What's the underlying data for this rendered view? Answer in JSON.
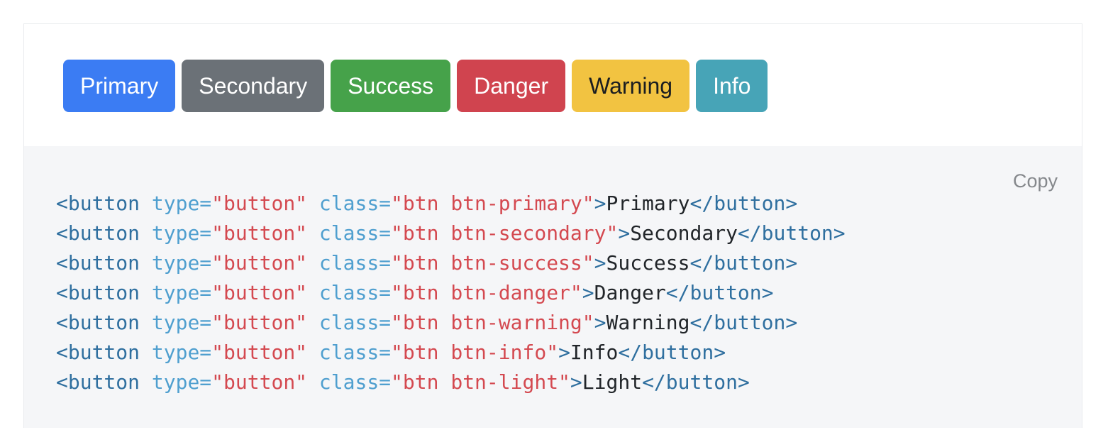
{
  "preview": {
    "buttons": [
      {
        "name": "primary-button",
        "label": "Primary",
        "bg": "#3b7cf3",
        "fg": "#ffffff"
      },
      {
        "name": "secondary-button",
        "label": "Secondary",
        "bg": "#6b7177",
        "fg": "#ffffff"
      },
      {
        "name": "success-button",
        "label": "Success",
        "bg": "#46a24a",
        "fg": "#ffffff"
      },
      {
        "name": "danger-button",
        "label": "Danger",
        "bg": "#d0444f",
        "fg": "#ffffff"
      },
      {
        "name": "warning-button",
        "label": "Warning",
        "bg": "#f2c341",
        "fg": "#1a1d20"
      },
      {
        "name": "info-button",
        "label": "Info",
        "bg": "#47a4b7",
        "fg": "#ffffff"
      }
    ]
  },
  "code_block": {
    "copy_label": "Copy",
    "copy_color": "#85888c",
    "background": "#f5f6f8",
    "token_colors": {
      "tag": "#2f6f9f",
      "attr": "#4f9fcf",
      "val": "#d44950",
      "text": "#212529",
      "plain": "#212529"
    },
    "lines": [
      [
        [
          "tag",
          "<button"
        ],
        [
          "plain",
          " "
        ],
        [
          "attr",
          "type="
        ],
        [
          "val",
          "\"button\""
        ],
        [
          "plain",
          " "
        ],
        [
          "attr",
          "class="
        ],
        [
          "val",
          "\"btn btn-primary\""
        ],
        [
          "tag",
          ">"
        ],
        [
          "text",
          "Primary"
        ],
        [
          "tag",
          "</button>"
        ]
      ],
      [
        [
          "tag",
          "<button"
        ],
        [
          "plain",
          " "
        ],
        [
          "attr",
          "type="
        ],
        [
          "val",
          "\"button\""
        ],
        [
          "plain",
          " "
        ],
        [
          "attr",
          "class="
        ],
        [
          "val",
          "\"btn btn-secondary\""
        ],
        [
          "tag",
          ">"
        ],
        [
          "text",
          "Secondary"
        ],
        [
          "tag",
          "</button>"
        ]
      ],
      [
        [
          "tag",
          "<button"
        ],
        [
          "plain",
          " "
        ],
        [
          "attr",
          "type="
        ],
        [
          "val",
          "\"button\""
        ],
        [
          "plain",
          " "
        ],
        [
          "attr",
          "class="
        ],
        [
          "val",
          "\"btn btn-success\""
        ],
        [
          "tag",
          ">"
        ],
        [
          "text",
          "Success"
        ],
        [
          "tag",
          "</button>"
        ]
      ],
      [
        [
          "tag",
          "<button"
        ],
        [
          "plain",
          " "
        ],
        [
          "attr",
          "type="
        ],
        [
          "val",
          "\"button\""
        ],
        [
          "plain",
          " "
        ],
        [
          "attr",
          "class="
        ],
        [
          "val",
          "\"btn btn-danger\""
        ],
        [
          "tag",
          ">"
        ],
        [
          "text",
          "Danger"
        ],
        [
          "tag",
          "</button>"
        ]
      ],
      [
        [
          "tag",
          "<button"
        ],
        [
          "plain",
          " "
        ],
        [
          "attr",
          "type="
        ],
        [
          "val",
          "\"button\""
        ],
        [
          "plain",
          " "
        ],
        [
          "attr",
          "class="
        ],
        [
          "val",
          "\"btn btn-warning\""
        ],
        [
          "tag",
          ">"
        ],
        [
          "text",
          "Warning"
        ],
        [
          "tag",
          "</button>"
        ]
      ],
      [
        [
          "tag",
          "<button"
        ],
        [
          "plain",
          " "
        ],
        [
          "attr",
          "type="
        ],
        [
          "val",
          "\"button\""
        ],
        [
          "plain",
          " "
        ],
        [
          "attr",
          "class="
        ],
        [
          "val",
          "\"btn btn-info\""
        ],
        [
          "tag",
          ">"
        ],
        [
          "text",
          "Info"
        ],
        [
          "tag",
          "</button>"
        ]
      ],
      [
        [
          "tag",
          "<button"
        ],
        [
          "plain",
          " "
        ],
        [
          "attr",
          "type="
        ],
        [
          "val",
          "\"button\""
        ],
        [
          "plain",
          " "
        ],
        [
          "attr",
          "class="
        ],
        [
          "val",
          "\"btn btn-light\""
        ],
        [
          "tag",
          ">"
        ],
        [
          "text",
          "Light"
        ],
        [
          "tag",
          "</button>"
        ]
      ]
    ]
  }
}
